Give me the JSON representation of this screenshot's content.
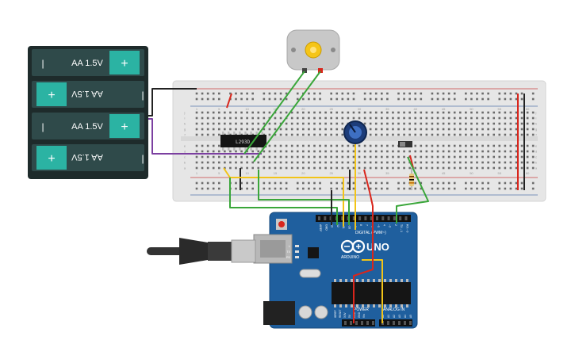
{
  "batteries": [
    {
      "label": "AA 1.5V",
      "flipped": false
    },
    {
      "label": "AA 1.5V",
      "flipped": true
    },
    {
      "label": "AA 1.5V",
      "flipped": false
    },
    {
      "label": "AA 1.5V",
      "flipped": true
    }
  ],
  "battery_terminals": {
    "minus": "|",
    "plus": "+"
  },
  "chip": {
    "label": "L293D"
  },
  "breadboard": {
    "row_letters_top": [
      "j",
      "i",
      "h",
      "g",
      "f"
    ],
    "row_letters_bottom": [
      "e",
      "d",
      "c",
      "b",
      "a"
    ],
    "column_numbers": [
      "1",
      "5",
      "10",
      "15",
      "20",
      "25",
      "30",
      "35",
      "40",
      "45",
      "50",
      "55",
      "60"
    ]
  },
  "arduino": {
    "brand": "ARDUINO",
    "model": "UNO",
    "digital_header": "DIGITAL (PWM~)",
    "power_header": "POWER",
    "analog_header": "ANALOG IN",
    "digital_pins": [
      "AREF",
      "GND",
      "13",
      "12",
      "~11",
      "~10",
      "~9",
      "8",
      "7",
      "~6",
      "~5",
      "4",
      "~3",
      "2",
      "TX→1",
      "RX←0"
    ],
    "power_pins": [
      "IOREF",
      "RESET",
      "3.3V",
      "5V",
      "GND",
      "GND",
      "Vin"
    ],
    "analog_pins": [
      "A0",
      "A1",
      "A2",
      "A3",
      "A4",
      "A5"
    ],
    "leds": [
      "L",
      "TX",
      "RX"
    ]
  },
  "colors": {
    "wire_red": "#d9261c",
    "wire_green": "#3aa63a",
    "wire_yellow": "#f2c418",
    "wire_black": "#222222",
    "wire_purple": "#7b3fa0",
    "battery_body": "#2f4a4a",
    "battery_teal": "#2bb3a3",
    "board_blue": "#1f5f9e",
    "breadboard": "#e6e6e6"
  },
  "icons": [
    "usb-cable-icon",
    "dc-motor-icon",
    "potentiometer-icon",
    "slide-switch-icon",
    "resistor-icon"
  ]
}
